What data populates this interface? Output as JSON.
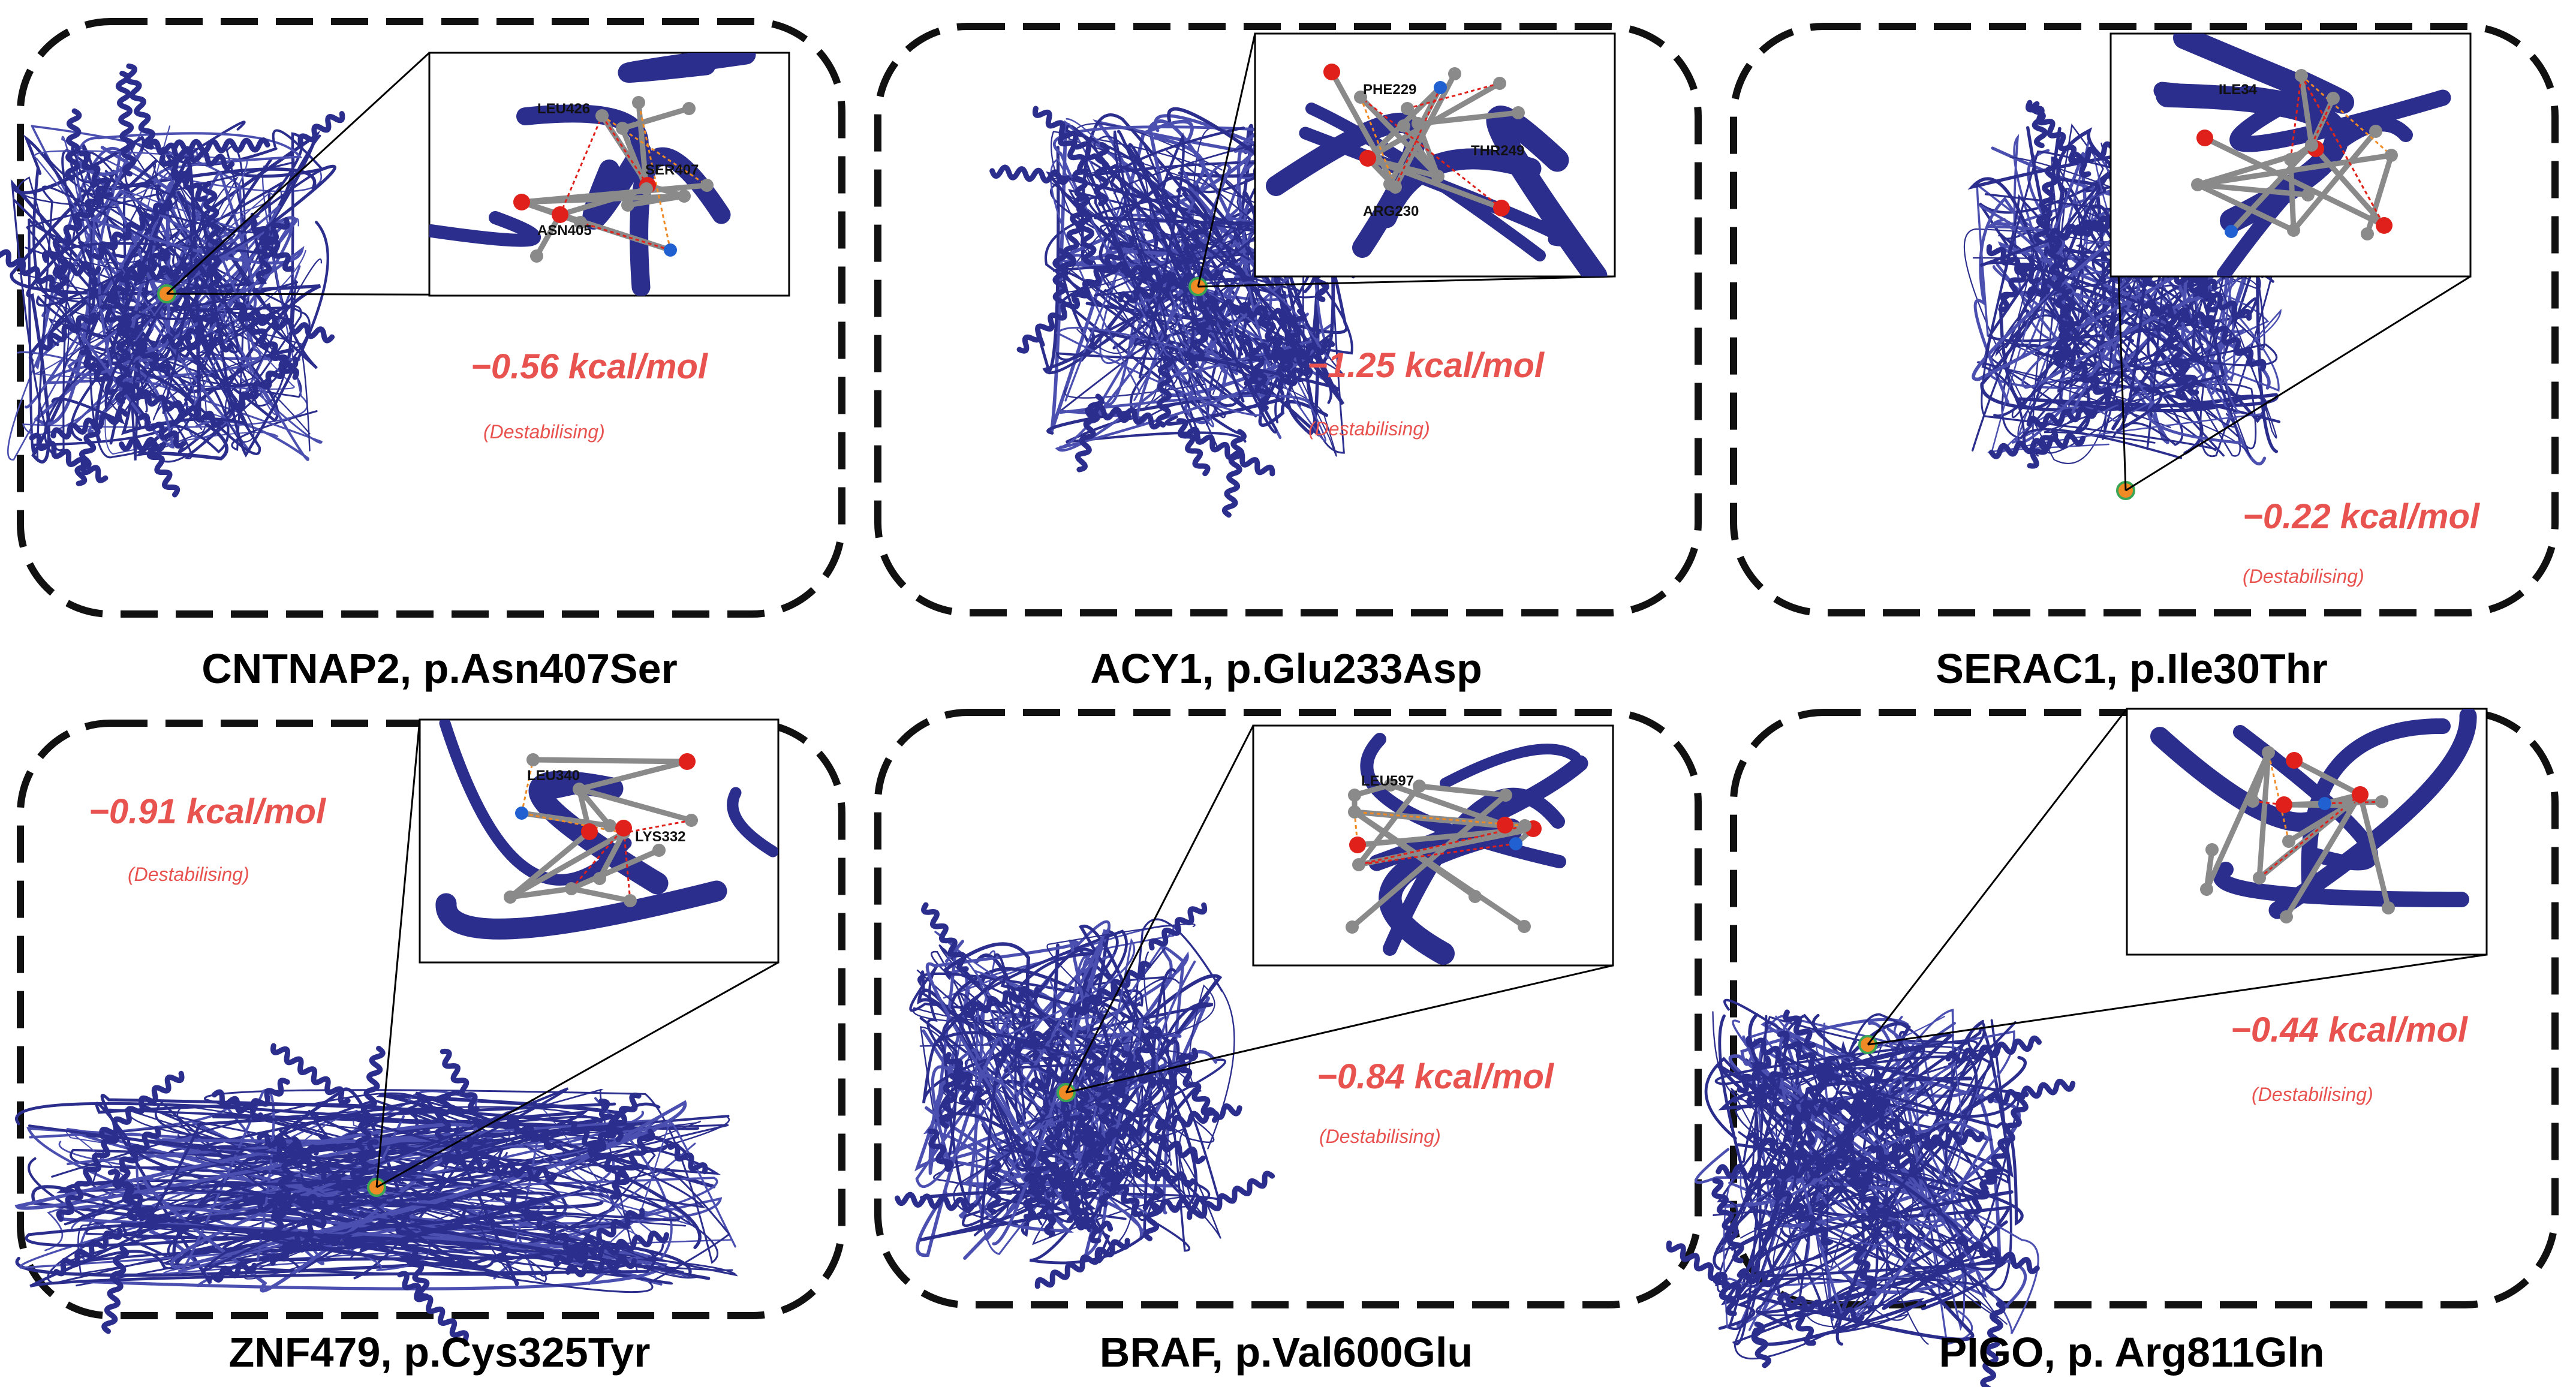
{
  "panels": [
    {
      "gene": "CNTNAP2, p.Asn407Ser",
      "energy": "−0.56 kcal/mol",
      "effect": "(Destabilising)",
      "residue_labels": [
        "LEU426",
        "SER407",
        "ASN405"
      ]
    },
    {
      "gene": "ACY1, p.Glu233Asp",
      "energy": "−1.25 kcal/mol",
      "effect": "(Destabilising)",
      "residue_labels": [
        "PHE229",
        "THR249",
        "ARG230"
      ]
    },
    {
      "gene": "SERAC1, p.Ile30Thr",
      "energy": "−0.22 kcal/mol",
      "effect": "(Destabilising)",
      "residue_labels": [
        "ILE34"
      ]
    },
    {
      "gene": "ZNF479, p.Cys325Tyr",
      "energy": "−0.91 kcal/mol",
      "effect": "(Destabilising)",
      "residue_labels": [
        "LEU340",
        "LYS332"
      ]
    },
    {
      "gene": "BRAF, p.Val600Glu",
      "energy": "−0.84 kcal/mol",
      "effect": "(Destabilising)",
      "residue_labels": [
        "LEU597"
      ]
    },
    {
      "gene": "PIGO, p. Arg811Gln",
      "energy": "−0.44  kcal/mol",
      "effect": "(Destabilising)",
      "residue_labels": []
    }
  ],
  "colors": {
    "ribbon": "#2b2e8c",
    "ribbon_light": "#4a4fb0",
    "energy_text": "#e8524f",
    "atom_grey": "#8a8a8a",
    "atom_red": "#e0201b",
    "atom_blue": "#2060d0",
    "dash_border": "#111111"
  }
}
